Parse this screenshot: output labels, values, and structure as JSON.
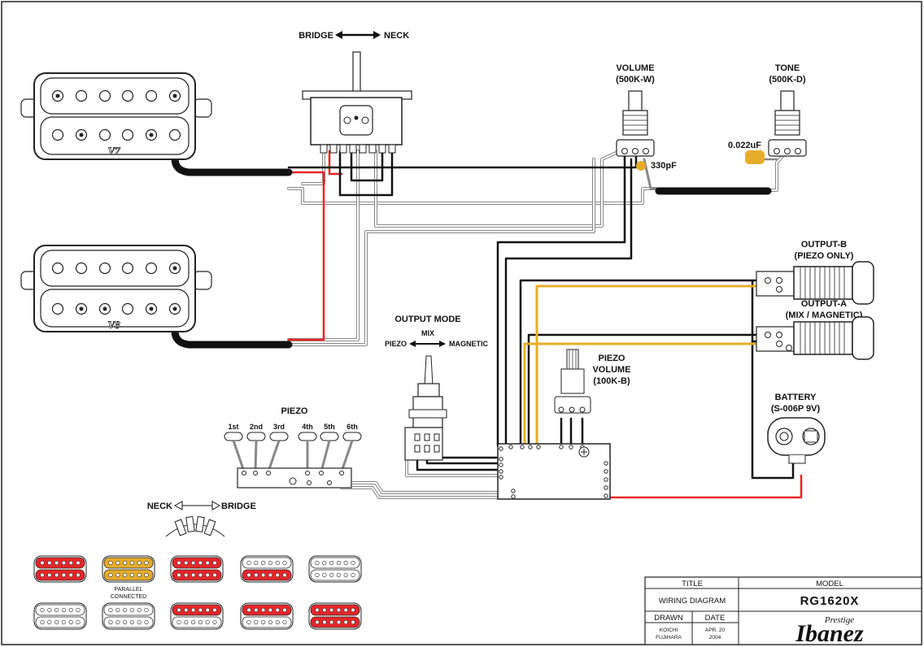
{
  "switch_label": {
    "left": "BRIDGE",
    "right": "NECK"
  },
  "volume": {
    "title": "VOLUME",
    "value": "(500K-W)",
    "cap": "330pF"
  },
  "tone": {
    "title": "TONE",
    "value": "(500K-D)",
    "cap": "0.022uF"
  },
  "pickups": {
    "neck": "V7",
    "bridge": "V8"
  },
  "output_b": {
    "title": "OUTPUT-B",
    "sub": "(PIEZO ONLY)"
  },
  "output_a": {
    "title": "OUTPUT-A",
    "sub": "(MIX / MAGNETIC)"
  },
  "output_mode": {
    "title": "OUTPUT MODE",
    "mix": "MIX",
    "left": "PIEZO",
    "right": "MAGNETIC"
  },
  "piezo_volume": {
    "line1": "PIEZO",
    "line2": "VOLUME",
    "line3": "(100K-B)"
  },
  "battery": {
    "title": "BATTERY",
    "sub": "(S-006P 9V)"
  },
  "piezo": {
    "title": "PIEZO",
    "strings": [
      "1st",
      "2nd",
      "3rd",
      "4th",
      "5th",
      "6th"
    ]
  },
  "saddle_label": {
    "left": "NECK",
    "right": "BRIDGE"
  },
  "parallel_note": {
    "line1": "PARALLEL",
    "line2": "CONNECTED"
  },
  "title_block": {
    "title_head": "TITLE",
    "title_value": "WIRING DIAGRAM",
    "model_head": "MODEL",
    "model_value": "RG1620X",
    "drawn_head": "DRAWN",
    "drawn_line1": "KOICHI",
    "drawn_line2": "FUJIHARA",
    "date_head": "DATE",
    "date_line1": "APR. 20",
    "date_line2": "2004",
    "brand": "Ibanez",
    "brand_sub": "Prestige"
  },
  "colors": {
    "red": "#e8262a",
    "yellow": "#e6ac2a",
    "black": "#111111",
    "gray": "#999999",
    "white": "#ffffff"
  },
  "positions_grid": [
    [
      "red",
      "yellow",
      "red",
      "white-red",
      "white"
    ],
    [
      "white",
      "white",
      "red-white",
      "red-white",
      "red"
    ]
  ]
}
